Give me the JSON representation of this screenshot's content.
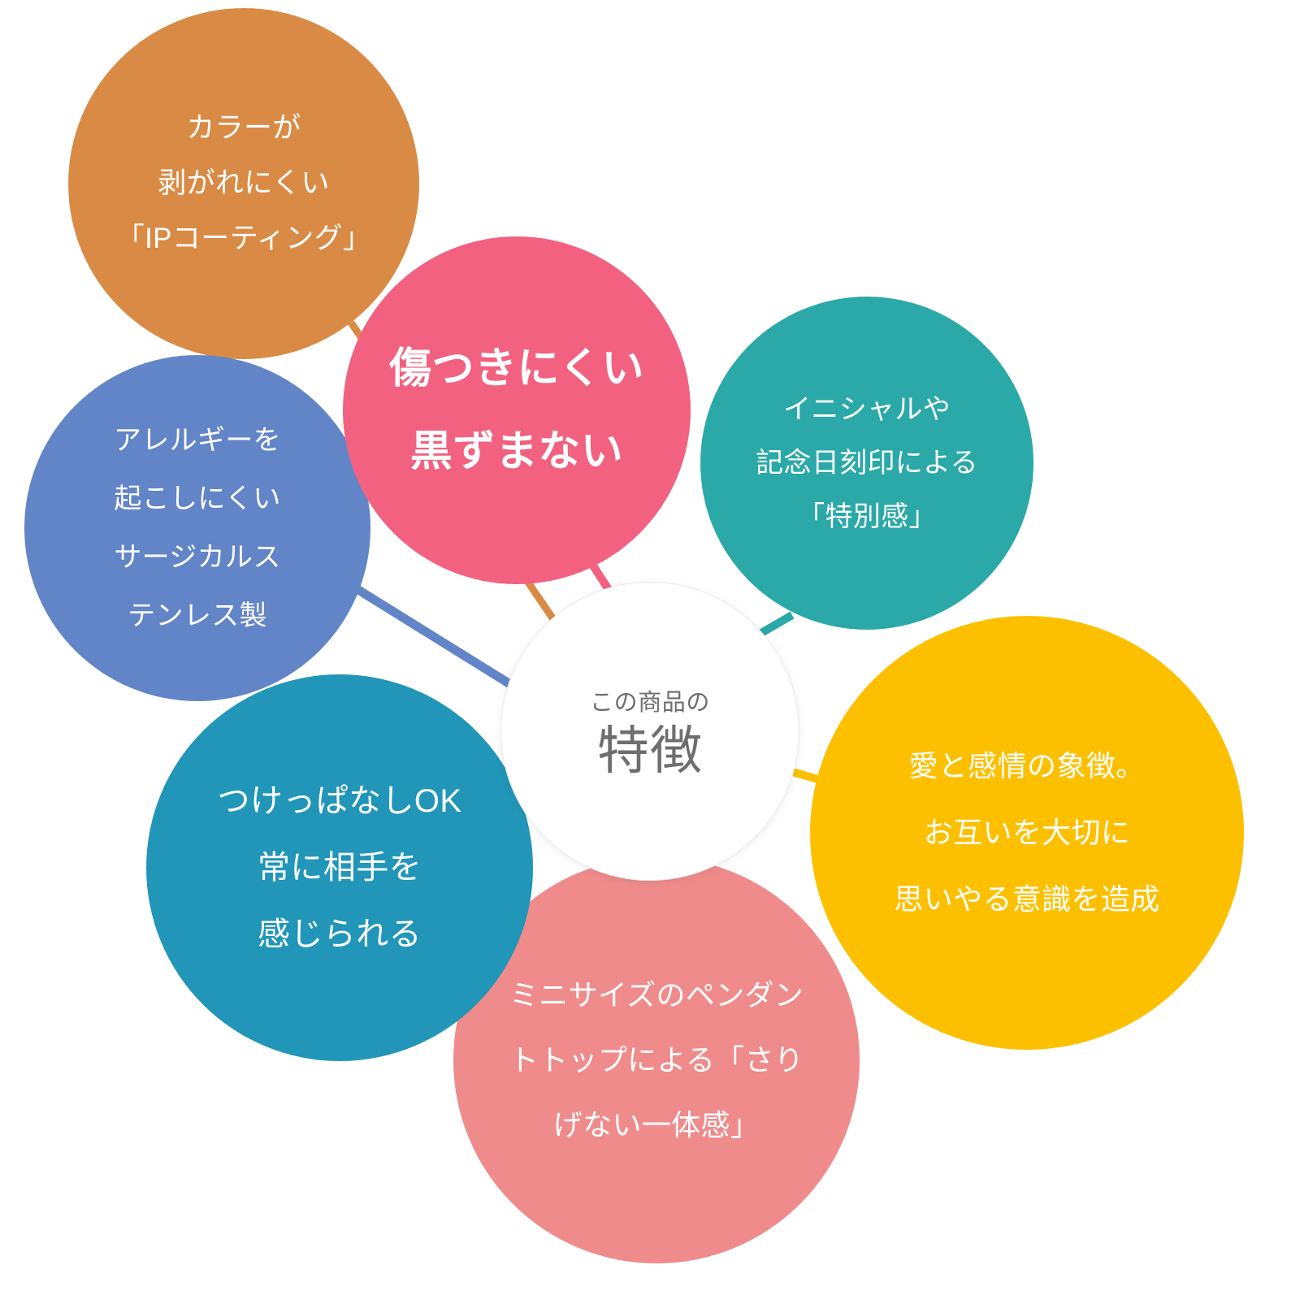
{
  "diagram": {
    "title": "この商品の特徴",
    "hub": {
      "eyebrow": "この商品の",
      "headline": "特徴",
      "fill": "#FFFFFF",
      "text_color": "#6E6E6E",
      "border_color": "#ECEAEA"
    },
    "bubbles": [
      {
        "id": "ip-coating",
        "color": "#D98B45",
        "text_color": "#FFFFFF",
        "position": "top-left",
        "lines": [
          "カラーが",
          "剥がれにくい",
          "「IPコーティング」"
        ]
      },
      {
        "id": "scratch-resistant",
        "color": "#F2617F",
        "text_color": "#FFFFFF",
        "position": "top-center",
        "emphasis": true,
        "lines": [
          "傷つきにくい",
          "黒ずまない"
        ]
      },
      {
        "id": "engraving",
        "color": "#2BA8A8",
        "text_color": "#FFFFFF",
        "position": "right",
        "lines": [
          "イニシャルや",
          "記念日刻印による",
          "「特別感」"
        ]
      },
      {
        "id": "surgical-stainless",
        "color": "#6285C8",
        "text_color": "#FFFFFF",
        "position": "left",
        "lines": [
          "アレルギーを",
          "起こしにくい",
          "サージカルス",
          "テンレス製"
        ]
      },
      {
        "id": "symbol-of-love",
        "color": "#FDC000",
        "text_color": "#FFFFFF",
        "position": "bottom-right",
        "lines": [
          "愛と感情の象徴。",
          "お互いを大切に",
          "思いやる意識を造成"
        ]
      },
      {
        "id": "wear-always",
        "color": "#2196B8",
        "text_color": "#FFFFFF",
        "position": "bottom-left",
        "lines": [
          "つけっぱなしOK",
          "常に相手を",
          "感じられる"
        ]
      },
      {
        "id": "mini-pendant",
        "color": "#EF8B8B",
        "text_color": "#FFFFFF",
        "position": "bottom-center",
        "lines": [
          "ミニサイズのペンダン",
          "トトップによる「さり",
          "げない一体感」"
        ]
      }
    ],
    "connectors": [
      {
        "id": "connector-orange",
        "color": "#D98B45",
        "from": "ip-coating",
        "to": "hub"
      },
      {
        "id": "connector-pink",
        "color": "#F2617F",
        "from": "scratch-resistant",
        "to": "hub"
      },
      {
        "id": "connector-teal",
        "color": "#2BA8A8",
        "from": "engraving",
        "to": "hub"
      },
      {
        "id": "connector-blue",
        "color": "#6285C8",
        "from": "surgical-stainless",
        "to": "hub"
      },
      {
        "id": "connector-yellow",
        "color": "#FDC000",
        "from": "symbol-of-love",
        "to": "hub"
      },
      {
        "id": "connector-cyan",
        "color": "#2196B8",
        "from": "wear-always",
        "to": "hub"
      },
      {
        "id": "connector-salmon",
        "color": "#EF8B8B",
        "from": "mini-pendant",
        "to": "hub"
      }
    ]
  }
}
